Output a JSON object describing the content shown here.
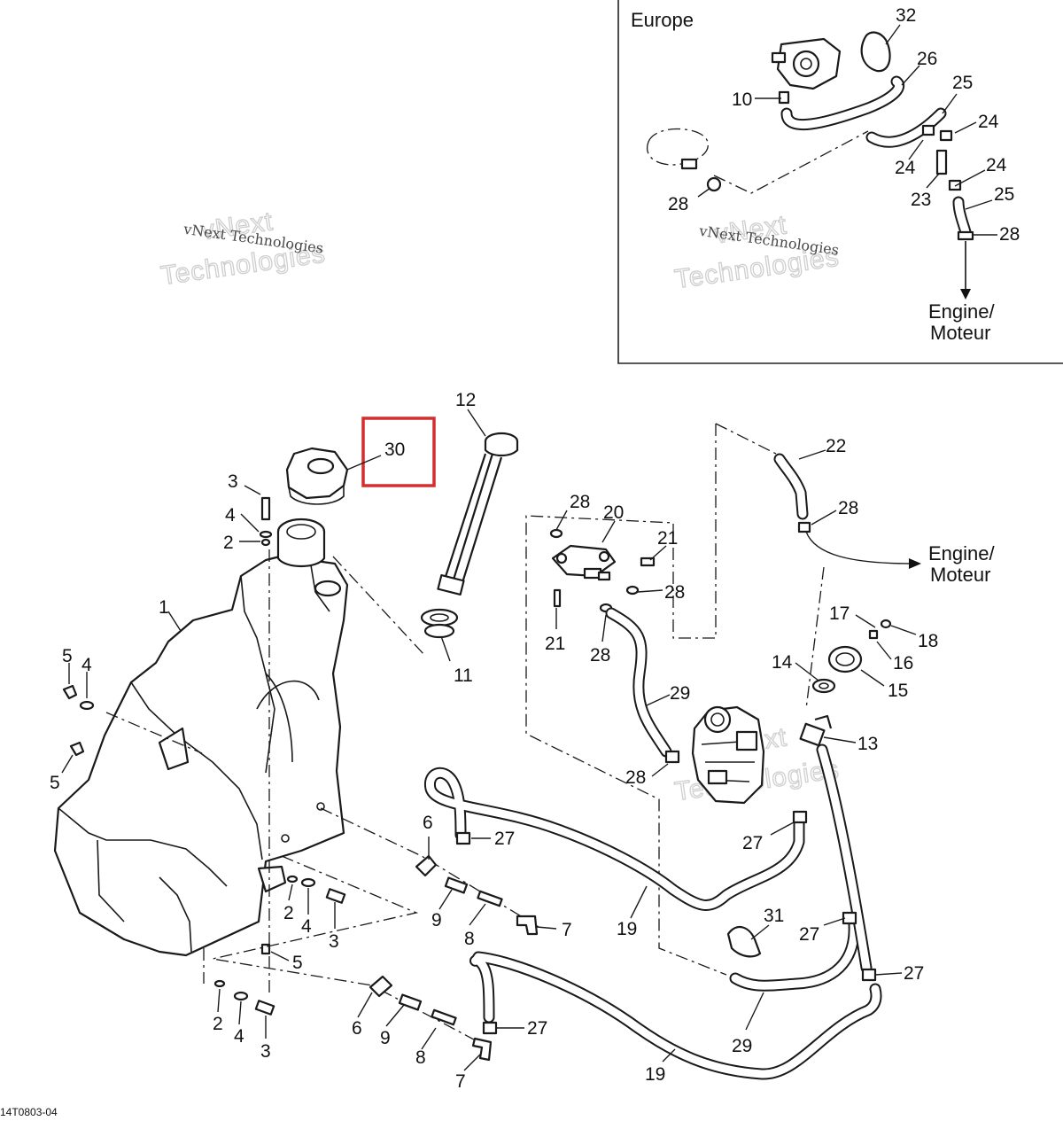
{
  "inset": {
    "title": "Europe",
    "destination": [
      "Engine/",
      "Moteur"
    ]
  },
  "main_destination": [
    "Engine/",
    "Moteur"
  ],
  "figure_code": "14T0803-04",
  "watermark": {
    "small_text": "vNext Technologies",
    "big_line1": "vNext",
    "big_line2": "Technologies"
  },
  "highlight": {
    "part": "30",
    "color": "#d32f2f"
  },
  "callouts": {
    "inset": [
      "32",
      "26",
      "10",
      "25",
      "24",
      "24",
      "24",
      "23",
      "25",
      "28",
      "28"
    ],
    "main": [
      "12",
      "30",
      "3",
      "4",
      "2",
      "1",
      "5",
      "4",
      "5",
      "11",
      "28",
      "20",
      "21",
      "21",
      "28",
      "28",
      "22",
      "28",
      "17",
      "18",
      "16",
      "14",
      "15",
      "13",
      "29",
      "28",
      "27",
      "6",
      "27",
      "9",
      "8",
      "7",
      "19",
      "2",
      "4",
      "3",
      "5",
      "2",
      "4",
      "3",
      "31",
      "27",
      "27",
      "6",
      "9",
      "8",
      "7",
      "27",
      "29",
      "19"
    ]
  }
}
